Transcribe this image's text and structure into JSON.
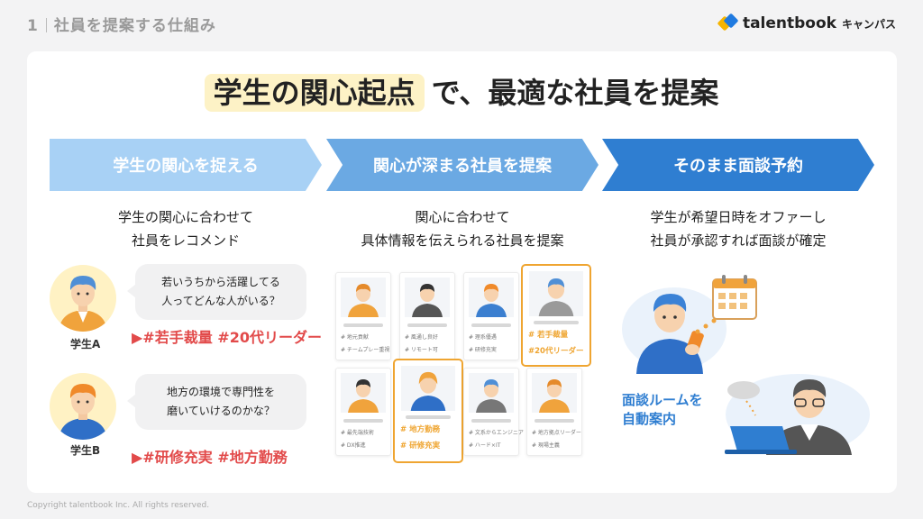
{
  "header": {
    "number": "1",
    "title": "社員を提案する仕組み",
    "logo_text": "talentbook",
    "logo_sub": "キャンパス"
  },
  "main": {
    "title_highlight": "学生の関心起点",
    "title_rest": "で、最適な社員を提案"
  },
  "steps": [
    {
      "label": "学生の関心を捉える",
      "desc": [
        "学生の関心に合わせて",
        "社員をレコメンド"
      ]
    },
    {
      "label": "関心が深まる社員を提案",
      "desc": [
        "関心に合わせて",
        "具体情報を伝えられる社員を提案"
      ]
    },
    {
      "label": "そのまま面談予約",
      "desc": [
        "学生が希望日時をオファーし",
        "社員が承認すれば面談が確定"
      ]
    }
  ],
  "students": [
    {
      "label": "学生A",
      "bubble": [
        "若いうちから活躍してる",
        "人ってどんな人がいる？"
      ],
      "tags": "▶#若手裁量 #20代リーダー"
    },
    {
      "label": "学生B",
      "bubble": [
        "地方の環境で専門性を",
        "磨いていけるのかな？"
      ],
      "tags": "▶#研修充実 #地方勤務"
    }
  ],
  "employee_cards": [
    {
      "t1": "# 地元貢献",
      "t2": "# チームプレー重視",
      "highlight": false
    },
    {
      "t1": "# 風通し良好",
      "t2": "# リモート可",
      "highlight": false
    },
    {
      "t1": "# 理系優遇",
      "t2": "# 研修充実",
      "highlight": false
    },
    {
      "t1": "# 若手裁量",
      "t2": "#20代リーダー",
      "highlight": true
    },
    {
      "t1": "# 最先端技術",
      "t2": "# DX推進",
      "highlight": false
    },
    {
      "t1": "# 地方勤務",
      "t2": "# 研修充実",
      "highlight": true
    },
    {
      "t1": "# 文系からエンジニア",
      "t2": "# ハード×IT",
      "highlight": false
    },
    {
      "t1": "# 地方拠点リーダー",
      "t2": "# 現場主義",
      "highlight": false
    }
  ],
  "room_text": [
    "面談ルームを",
    "自動案内"
  ],
  "footer": "Copyright talentbook Inc. All rights reserved.",
  "colors": {
    "arrow1": "#a8d1f5",
    "arrow2": "#6ba9e3",
    "arrow3": "#2f7ed1",
    "tag_red": "#e24a4a",
    "highlight_orange": "#efa531",
    "title_highlight_bg": "#fdf2c6"
  }
}
